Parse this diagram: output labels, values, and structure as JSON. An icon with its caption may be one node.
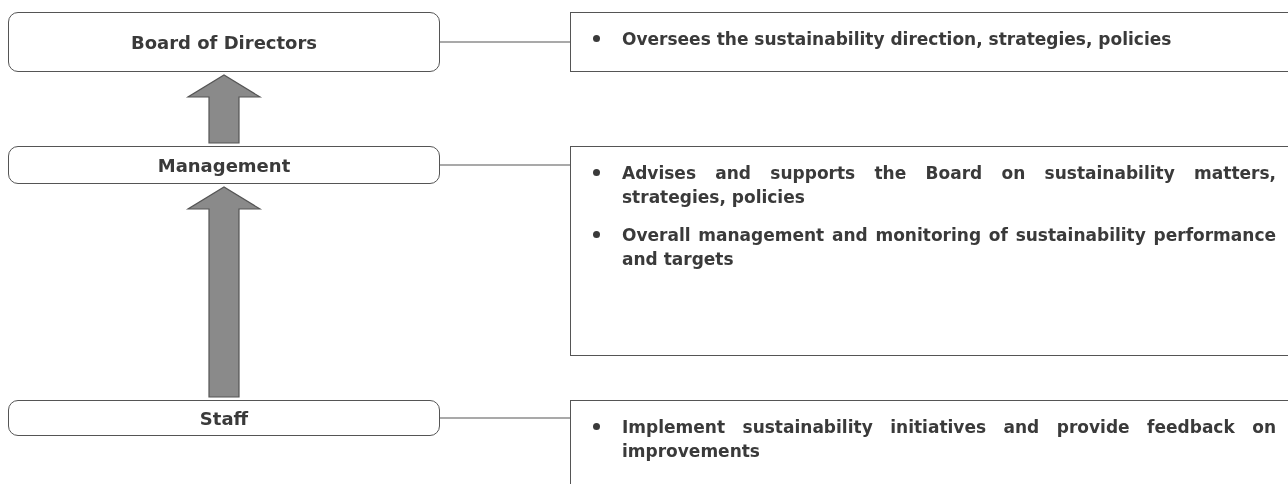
{
  "diagram": {
    "nodes": [
      {
        "text": [
          "Board of Directors"
        ]
      },
      {
        "text": [
          "Oversees the sustainability direction, strategies, policies"
        ]
      },
      {
        "text": [
          "Management"
        ]
      },
      {
        "text": [
          "Advises and supports the Board on sustainability matters, strategies, policies",
          "Overall management and monitoring of sustainability performance and targets"
        ]
      },
      {
        "text": [
          "Staff"
        ]
      },
      {
        "text": [
          "Implement sustainability initiatives and provide feedback on improvements"
        ]
      }
    ],
    "edges": [
      {
        "from": 0,
        "to": 1,
        "arrow": "none"
      },
      {
        "from": 2,
        "to": 3,
        "arrow": "none"
      },
      {
        "from": 4,
        "to": 5,
        "arrow": "none"
      },
      {
        "from": 2,
        "to": 0,
        "arrow": "to",
        "style": "thick"
      },
      {
        "from": 4,
        "to": 2,
        "arrow": "to",
        "style": "thick"
      }
    ]
  }
}
